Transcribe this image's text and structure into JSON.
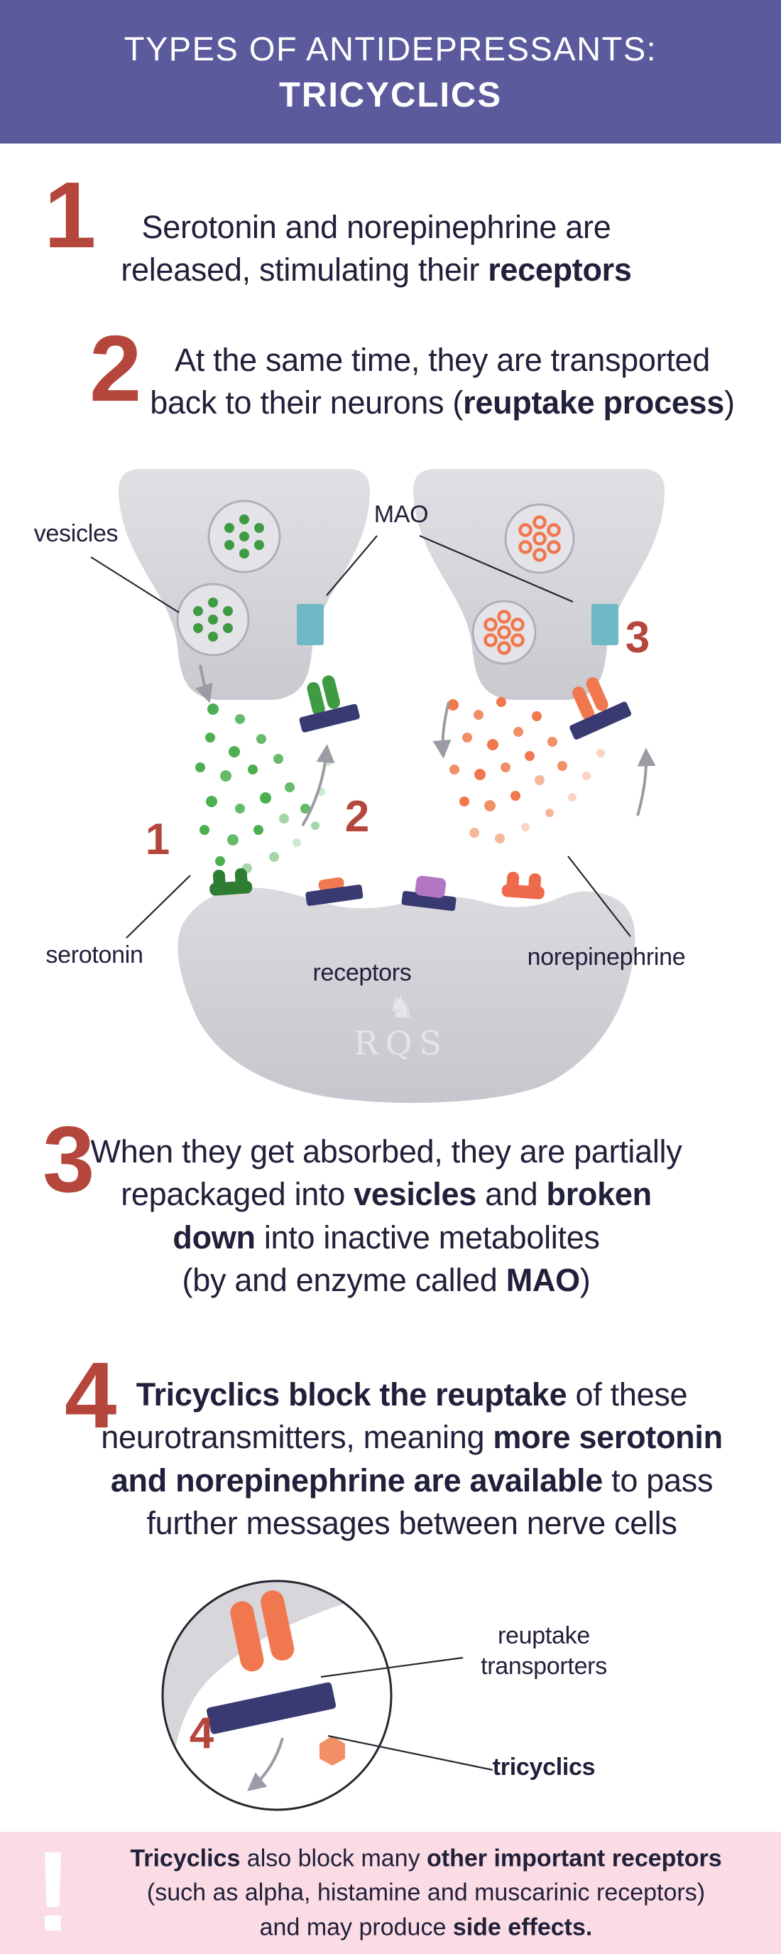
{
  "header": {
    "line1": "TYPES OF ANTIDEPRESSANTS:",
    "line2": "TRICYCLICS"
  },
  "steps": [
    {
      "number": "1",
      "lines": [
        "Serotonin and norepinephrine are",
        "released, stimulating their **receptors**"
      ]
    },
    {
      "number": "2",
      "lines": [
        "At the same time, they are transported",
        "back to their neurons (**reuptake process**)"
      ]
    },
    {
      "number": "3",
      "lines": [
        "When they get absorbed, they are partially",
        "repackaged into **vesicles** and **broken**",
        "**down** into inactive metabolites",
        "(by and enzyme called **MAO**)"
      ]
    },
    {
      "number": "4",
      "lines": [
        "**Tricyclics block the reuptake** of these",
        "neurotransmitters, meaning **more serotonin**",
        "**and norepinephrine are available** to pass",
        "further messages between nerve cells"
      ]
    }
  ],
  "diagram": {
    "labels": {
      "vesicles": "vesicles",
      "mao": "MAO",
      "serotonin": "serotonin",
      "receptors": "receptors",
      "norepinephrine": "norepinephrine"
    },
    "step_markers": {
      "one": "1",
      "two": "2",
      "three": "3"
    },
    "watermark": {
      "emblem": "♞",
      "text": "RQS"
    }
  },
  "zoom": {
    "marker": "4",
    "transporters_label_line1": "reuptake",
    "transporters_label_line2": "transporters",
    "tricyclics_label": "tricyclics"
  },
  "footer": {
    "icon": "!",
    "lines": [
      "**Tricyclics** also block many **other important receptors**",
      "(such as alpha, histamine and muscarinic receptors)",
      "and may produce **side effects.**"
    ]
  },
  "colors": {
    "header_bg": "#5B5A9C",
    "accent_red": "#B5463C",
    "text": "#20203A",
    "serotonin_green": "#4CAF50",
    "norepinephrine_orange": "#F0774E",
    "mao_teal": "#6FB9C6",
    "transporter_navy": "#3A3A72",
    "receptor_purple": "#B476C2",
    "neuron_gray": "#D2D2D8",
    "footer_pink": "#FBDCE5"
  }
}
